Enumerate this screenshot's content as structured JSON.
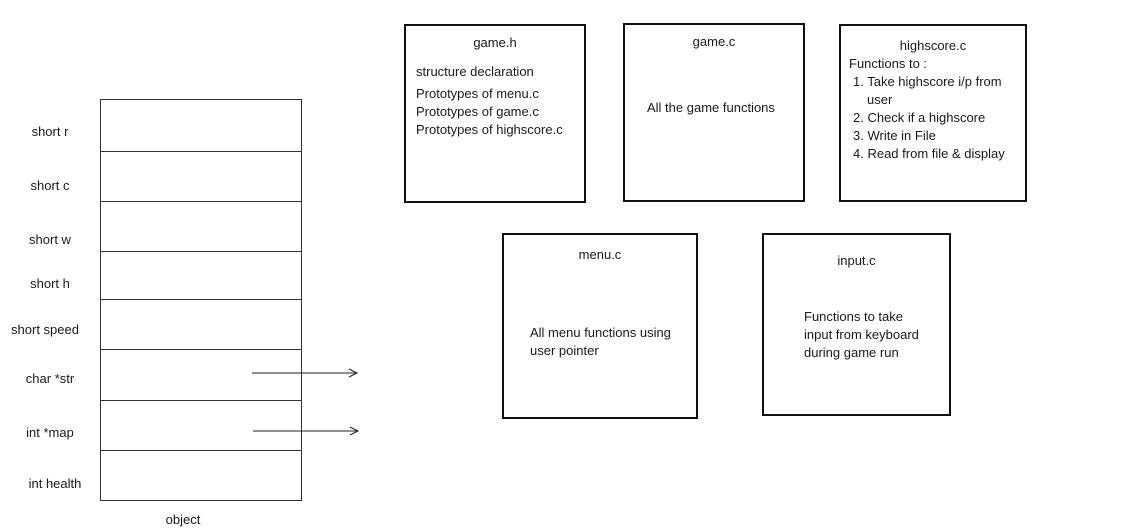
{
  "struct": {
    "fields": [
      "short r",
      "short c",
      "short w",
      "short h",
      "short speed",
      "char *str",
      "int *map",
      "int health"
    ],
    "caption": "object"
  },
  "game_h": {
    "title": "game.h",
    "lines": [
      "structure declaration",
      "Prototypes of menu.c",
      "Prototypes of game.c",
      "Prototypes of highscore.c"
    ]
  },
  "game_c": {
    "title": "game.c",
    "lines": [
      "All the game functions"
    ]
  },
  "highscore_c": {
    "title": "highscore.c",
    "intro": "Functions to :",
    "items": [
      "1. Take highscore  i/p from",
      "user",
      "2.  Check if a highscore",
      "3. Write in File",
      "4. Read from file & display"
    ]
  },
  "menu_c": {
    "title": "menu.c",
    "lines": [
      "All menu functions using",
      "user pointer"
    ]
  },
  "input_c": {
    "title": "input.c",
    "lines": [
      "Functions to take",
      "input from keyboard",
      "during game run"
    ]
  }
}
